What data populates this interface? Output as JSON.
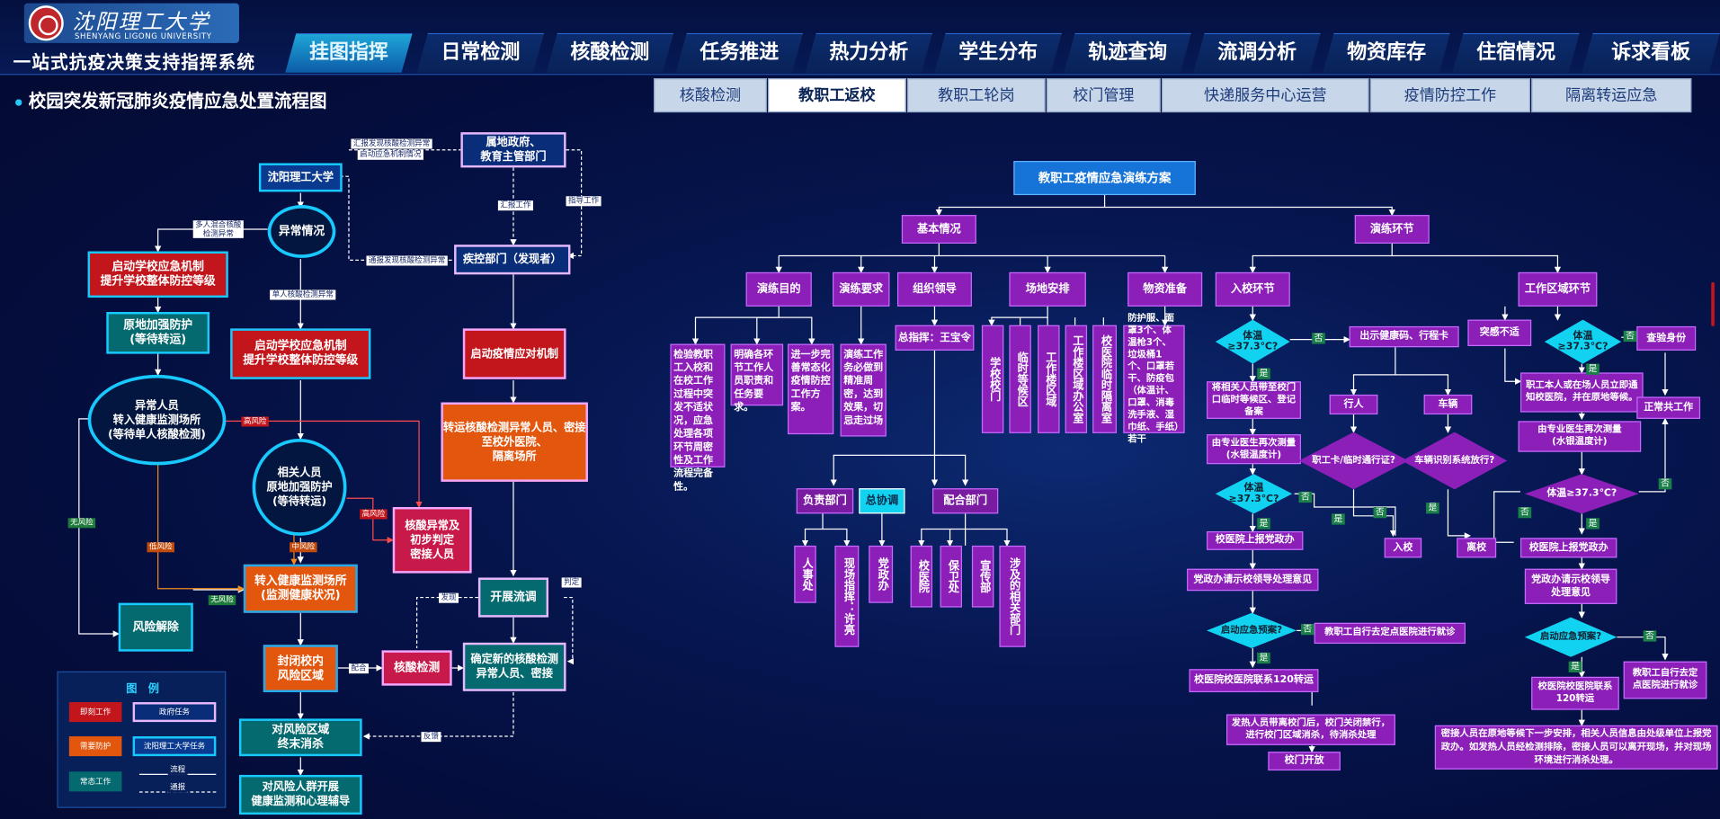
{
  "header": {
    "logo_cn": "沈阳理工大学",
    "logo_en": "SHENYANG LIGONG UNIVERSITY",
    "system_title": "一站式抗疫决策支持指挥系统"
  },
  "nav_tabs": [
    "挂图指挥",
    "日常检测",
    "核酸检测",
    "任务推进",
    "热力分析",
    "学生分布",
    "轨迹查询",
    "流调分析",
    "物资库存",
    "住宿情况",
    "诉求看板"
  ],
  "page_heading": "校园突发新冠肺炎疫情应急处置流程图",
  "sub_tabs": [
    "核酸检测",
    "教职工返校",
    "教职工轮岗",
    "校门管理",
    "快递服务中心运营",
    "疫情防控工作",
    "隔离转运应急"
  ],
  "left_flow": {
    "univ": "沈阳理工大学",
    "gov": "属地政府、\n教育主管部门",
    "abnormal": "异常情况",
    "cdc": "疾控部门（发现者）",
    "school_mech1": "启动学校应急机制\n提升学校整体防控等级",
    "strengthen": "原地加强防护\n(等待转运)",
    "school_mech2": "启动学校应急机制\n提升学校整体防控等级",
    "epi_mech": "启动疫情应对机制",
    "ab_person": "异常人员\n转入健康监测场所\n(等待单人核酸检测)",
    "transfer_close": "转运核酸检测异常人员、密接\n至校外医院、\n隔离场所",
    "related": "相关人员\n原地加强防护\n(等待转运)",
    "nucleic_ab": "核酸异常及\n初步判定\n密接人员",
    "to_health": "转入健康监测场所\n(监测健康状况)",
    "risk_off": "风险解除",
    "start_trace": "开展流调",
    "close_area": "封闭校内\n风险区域",
    "nucleic_test": "核酸检测",
    "new_nucleic": "确定新的核酸检测\n异常人员、密接",
    "disinfect": "对风险区域\n终末消杀",
    "psych": "对风险人群开展\n健康监测和心理辅导",
    "labels": {
      "report_gov": "汇报发现核酸检测异常",
      "start_mech": "启动应急机制情况",
      "report_work": "汇报工作",
      "guide_work": "指导工作",
      "mix_ab": "多人混合核酸\n检测异常",
      "report_cdc": "通报发现核酸检测异常",
      "single_ab": "单人核酸检测异常",
      "high_risk": "高风险",
      "no_risk": "无风险",
      "pos_risk": "高风险",
      "low_risk": "低风险",
      "mid_risk": "中风险",
      "no_risk2": "无风险",
      "found": "发现",
      "judge": "判定",
      "coord": "配合",
      "respond": "反馈"
    }
  },
  "legend": {
    "title": "图　例",
    "red": "即刻工作",
    "navy": "政府任务",
    "orange": "需要防护",
    "blue": "沈阳理工大学任务",
    "teal": "常态工作",
    "solid": "流程",
    "dashed": "通报"
  },
  "right_flow": {
    "root": "教职工疫情应急演练方案",
    "basic": "基本情况",
    "drill": "演练环节",
    "purpose": "演练目的",
    "require": "演练要求",
    "org": "组织领导",
    "site": "场地安排",
    "material": "物资准备",
    "entry": "入校环节",
    "work_area": "工作区域环节",
    "purpose_text": "检验教职工入校和在校工作过程中突发不适状况，应急处理各项环节周密性及工作流程完备性。",
    "duty_text": "明确各环节工作人员职责和任务要求。",
    "improve_text": "进一步完善常态化疫情防控工作方案。",
    "require_text": "演练工作务必做到精准周密，达到效果，切忌走过场",
    "commander": "总指挥：王宝令",
    "site_items": [
      "学校校门",
      "临时等候区",
      "工作楼区域",
      "工作楼区域办公室",
      "校医院临时隔离室"
    ],
    "material_text": "防护服、面罩3个、体温枪3个、垃圾桶1个、口罩若干、防疫包（体温计、口罩、消毒洗手液、湿巾纸、手纸）若干",
    "resp_dept": "负责部门",
    "general_coord": "总协调",
    "coop_dept": "配合部门",
    "resp_items": [
      "人事处",
      "现场指挥：许亮",
      "党政办"
    ],
    "coop_items": [
      "校医院",
      "保卫处",
      "宣传部",
      "涉及的相关部门"
    ],
    "temp1": "体温\n≥37.3℃?",
    "show_code": "出示健康码、行程卡",
    "bring_person": "将相关人员带至校门口临时等候区、登记备案",
    "remeasure": "由专业医生再次测量\n(水银温度计)",
    "pedestrian": "行人",
    "vehicle": "车辆",
    "card_check": "职工卡/临时通行证?",
    "car_check": "车辆识别系统放行?",
    "temp2": "体温\n≥37.3℃?",
    "enter": "入校",
    "leave": "离校",
    "report_party": "校医院上报党政办",
    "ask_leader": "党政办请示校领导处理意见",
    "plan_start": "启动应急预案?",
    "self_go": "教职工自行去定点医院进行就诊",
    "call120": "校医院校医院联系120转运",
    "disinfect_text": "发热人员带离校门后，校门关闭禁行，进行校门区域消杀，待消杀处理",
    "gate_open": "校门开放",
    "sudden": "突感不适",
    "temp3": "体温\n≥37.3℃?",
    "check_id": "查验身份",
    "staff_notify": "职工本人或在场人员立即通知校医院，并在原地等候。",
    "remeasure2": "由专业医生再次测量\n(水银温度计)",
    "normal_work": "正常共工作",
    "temp4": "体温≥37.3℃?",
    "report_party2": "校医院上报党政办",
    "ask_leader2": "党政办请示校领导\n处理意见",
    "plan_start2": "启动应急预案?",
    "self_go2": "教职工自行去定\n点医院进行就诊",
    "call120_2": "校医院校医院联系\n120转运",
    "close_contact": "密接人员在原地等候下一步安排，相关人员信息由处级单位上报党政办。如发热人员经检测排除，密接人员可以离开现场，并对现场环境进行消杀处理。",
    "yes": "是",
    "no": "否"
  },
  "colors": {
    "bg": "#040d3c",
    "accent": "#17c9ff",
    "purple": "#8b1fb8",
    "red": "#c3161c",
    "orange": "#e3560d",
    "teal": "#056a6f"
  }
}
